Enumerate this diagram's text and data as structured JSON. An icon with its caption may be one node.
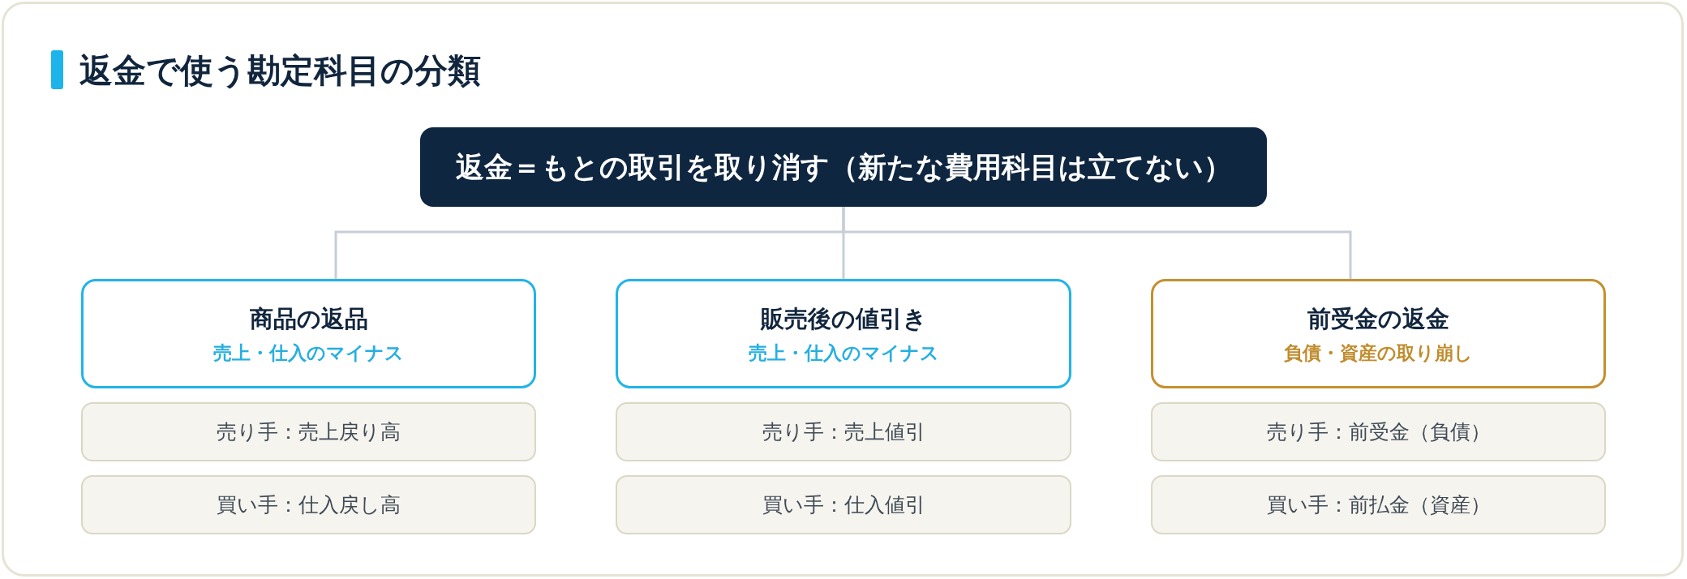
{
  "diagram": {
    "title": "返金で使う勘定科目の分類",
    "nodes": [
      {
        "text": [
          "返金＝もとの取引を取り消す（新たな費用科目は立てない）"
        ]
      },
      {
        "text": [
          "商品の返品",
          "売上・仕入のマイナス"
        ]
      },
      {
        "text": [
          "売り手：売上戻り高"
        ]
      },
      {
        "text": [
          "買い手：仕入戻し高"
        ]
      },
      {
        "text": [
          "販売後の値引き",
          "売上・仕入のマイナス"
        ]
      },
      {
        "text": [
          "売り手：売上値引"
        ]
      },
      {
        "text": [
          "買い手：仕入値引"
        ]
      },
      {
        "text": [
          "前受金の返金",
          "負債・資産の取り崩し"
        ]
      },
      {
        "text": [
          "売り手：前受金（負債）"
        ]
      },
      {
        "text": [
          "買い手：前払金（資産）"
        ]
      }
    ],
    "edges": [
      {
        "from": 0,
        "to": 1,
        "arrow": "none"
      },
      {
        "from": 0,
        "to": 4,
        "arrow": "none"
      },
      {
        "from": 0,
        "to": 7,
        "arrow": "none"
      }
    ]
  }
}
